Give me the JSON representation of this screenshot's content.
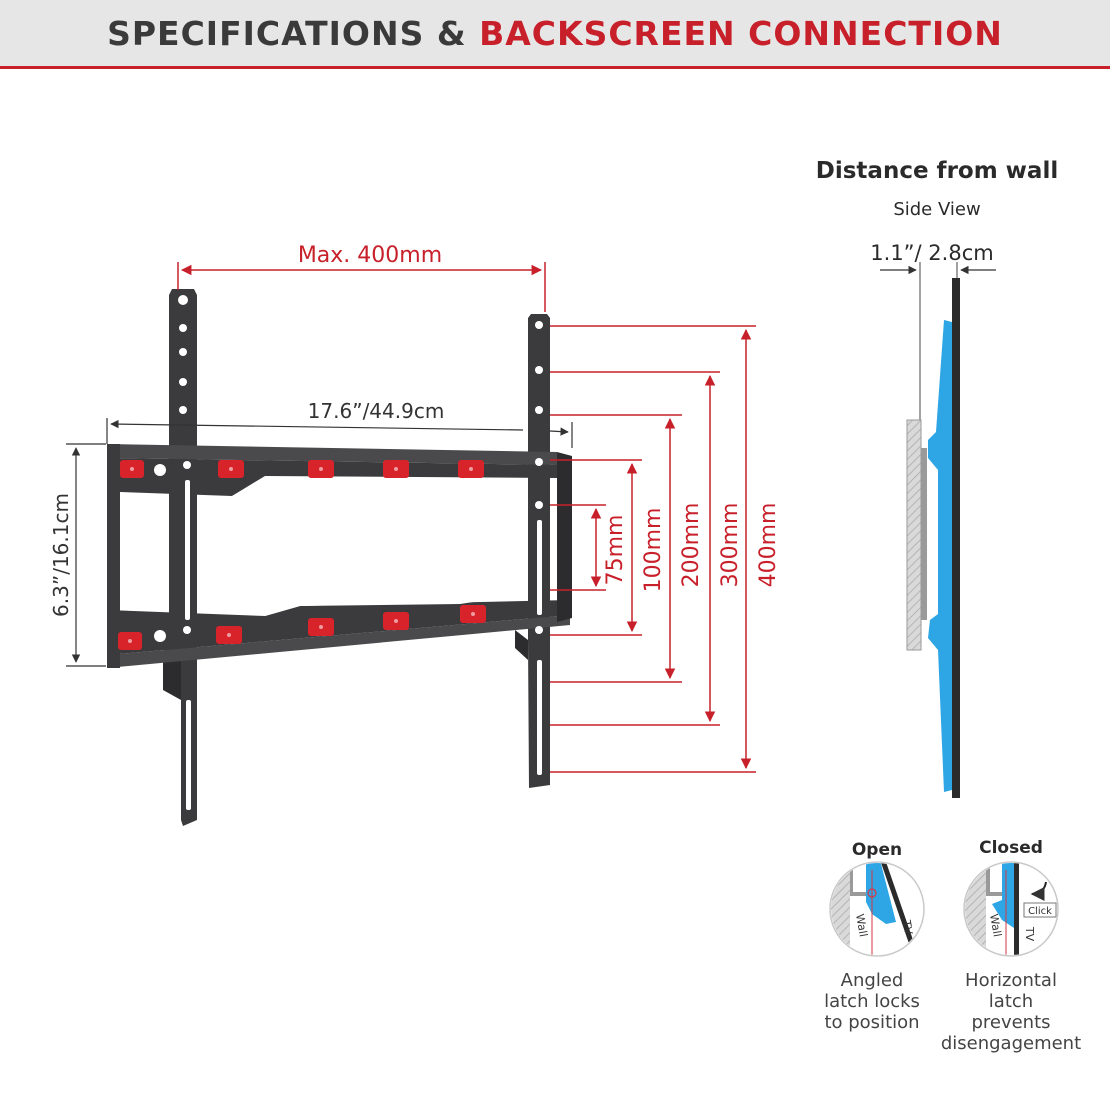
{
  "header": {
    "title_part1": "SPECIFICATIONS & ",
    "title_part2": "BACKSCREEN CONNECTION"
  },
  "main_diagram": {
    "max_width_label": "Max. 400mm",
    "bracket_width_label": "17.6”/44.9cm",
    "bracket_height_label": "6.3”/16.1cm",
    "vesa_heights": [
      "75mm",
      "100mm",
      "200mm",
      "300mm",
      "400mm"
    ]
  },
  "side_view": {
    "title": "Distance from wall",
    "subtitle": "Side View",
    "distance_label": "1.1”/ 2.8cm"
  },
  "latch": {
    "open": {
      "title": "Open",
      "wall_label": "Wall",
      "tv_label": "TV",
      "caption": [
        "Angled",
        "latch locks",
        "to position"
      ]
    },
    "closed": {
      "title": "Closed",
      "wall_label": "Wall",
      "tv_label": "TV",
      "click_label": "Click",
      "caption": [
        "Horizontal",
        "latch",
        "prevents",
        "disengagement"
      ]
    }
  },
  "colors": {
    "accent_red": "#c8202a",
    "bracket_black": "#3b3b3d",
    "tv_blue": "#2ea6e6"
  }
}
